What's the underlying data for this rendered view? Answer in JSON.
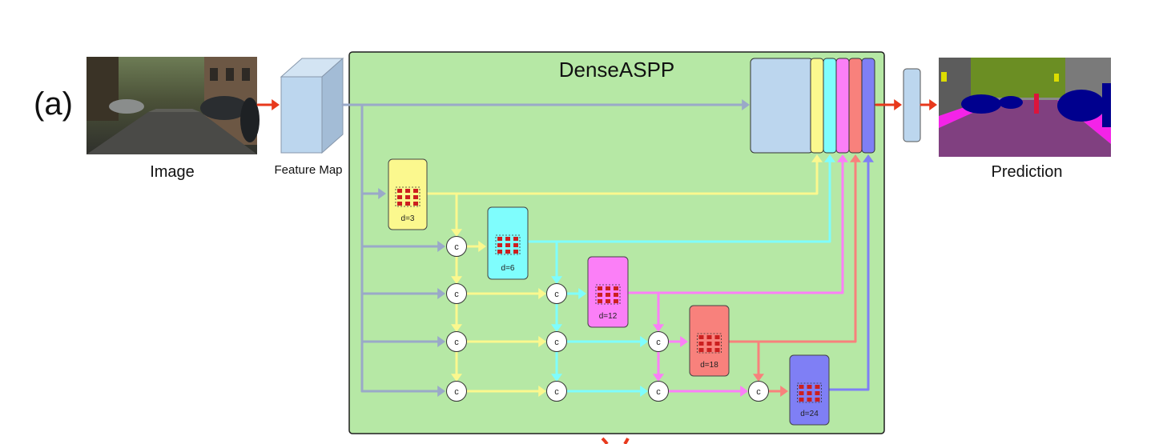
{
  "figure": {
    "panel_label": "(a)",
    "input_caption": "Image",
    "feature_map_caption": "Feature Map",
    "output_caption": "Prediction",
    "module_title": "DenseASPP",
    "concat_symbol": "c"
  },
  "layers": [
    {
      "label": "d=3",
      "color": "#fbf88e"
    },
    {
      "label": "d=6",
      "color": "#7ffdfd"
    },
    {
      "label": "d=12",
      "color": "#fb7ff7"
    },
    {
      "label": "d=18",
      "color": "#f8817c"
    },
    {
      "label": "d=24",
      "color": "#7f7ff5"
    }
  ],
  "colors": {
    "module_background": "#b6e8a5",
    "feature_map": "#bcd6ee",
    "input_flow": "#9aa9c8",
    "pipeline_arrow": "#e8391c",
    "kernel_dot": "#cc1f1f"
  }
}
